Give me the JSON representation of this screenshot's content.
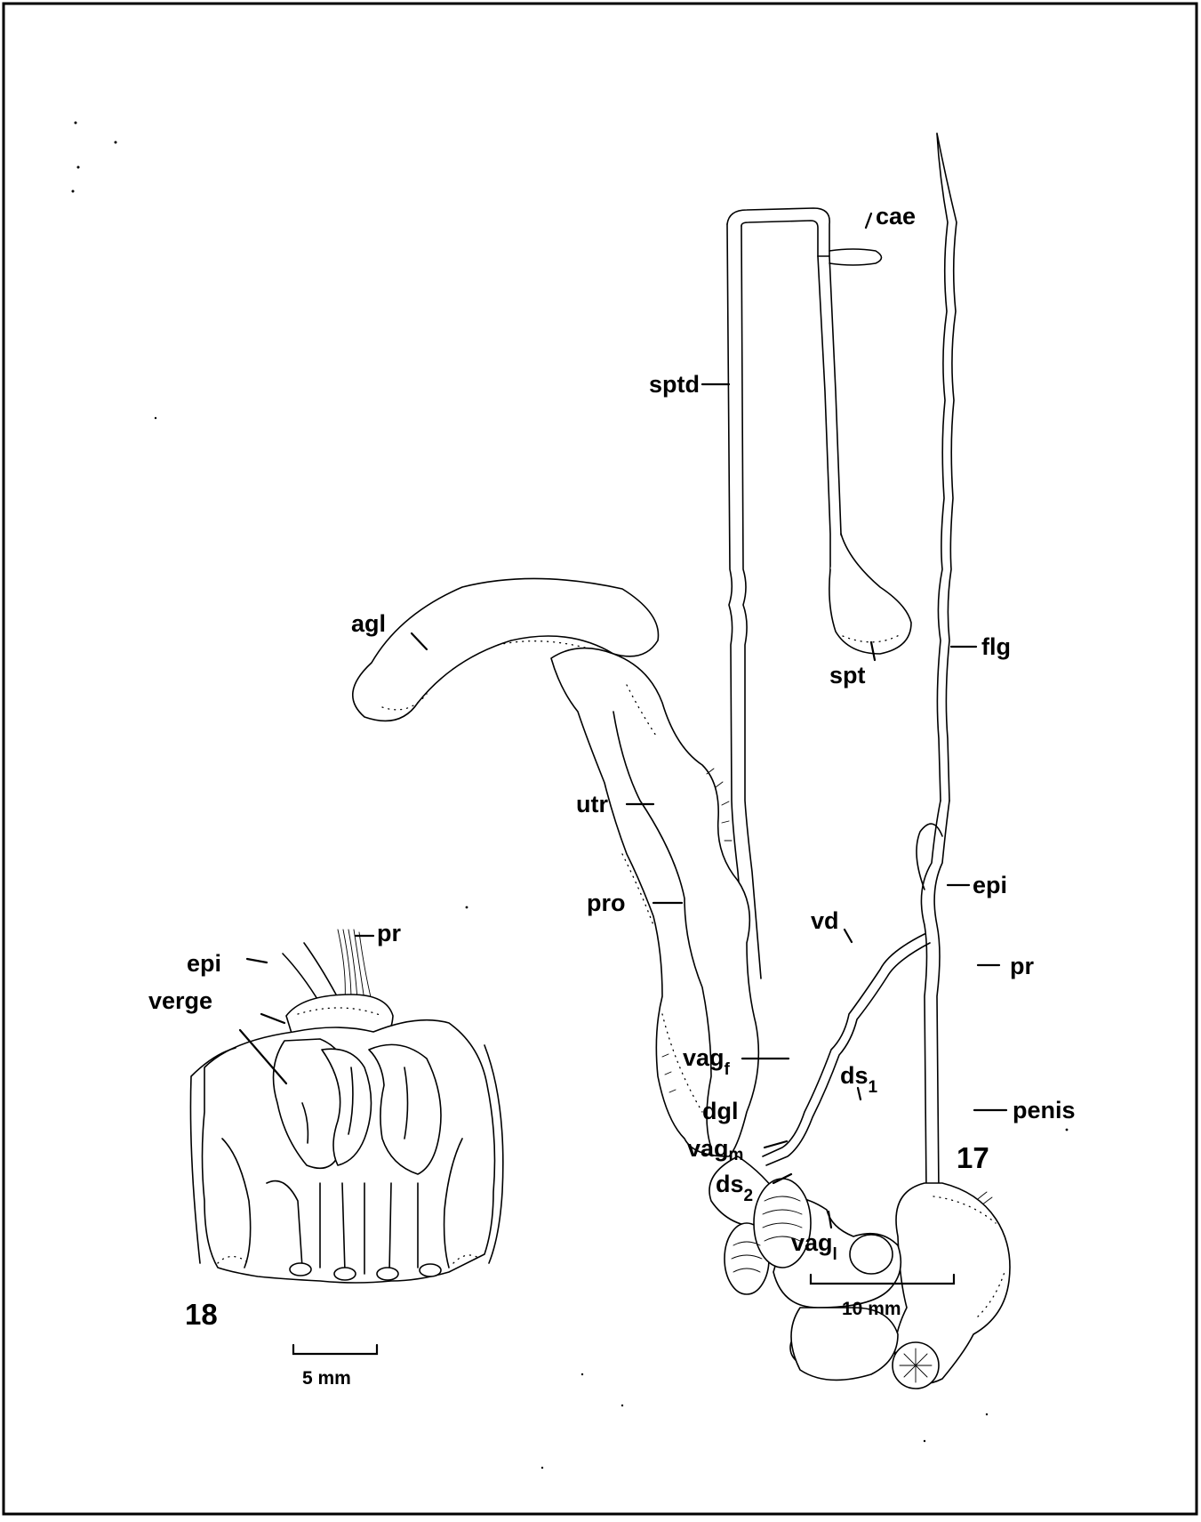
{
  "figures": {
    "fig17": {
      "number": "17",
      "labels": {
        "cae": "cae",
        "sptd": "sptd",
        "agl": "agl",
        "spt": "spt",
        "flg": "flg",
        "utr": "utr",
        "pro": "pro",
        "epi": "epi",
        "vd": "vd",
        "pr": "pr",
        "vag_f": {
          "base": "vag",
          "sub": "f"
        },
        "ds_1": {
          "base": "ds",
          "sub": "1"
        },
        "dgl": "dgl",
        "penis": "penis",
        "vag_m": {
          "base": "vag",
          "sub": "m"
        },
        "ds_2": {
          "base": "ds",
          "sub": "2"
        },
        "vag_l": {
          "base": "vag",
          "sub": "l"
        }
      },
      "scale_bar": "10 mm"
    },
    "fig18": {
      "number": "18",
      "labels": {
        "pr": "pr",
        "epi": "epi",
        "verge": "verge"
      },
      "scale_bar": "5 mm"
    }
  }
}
